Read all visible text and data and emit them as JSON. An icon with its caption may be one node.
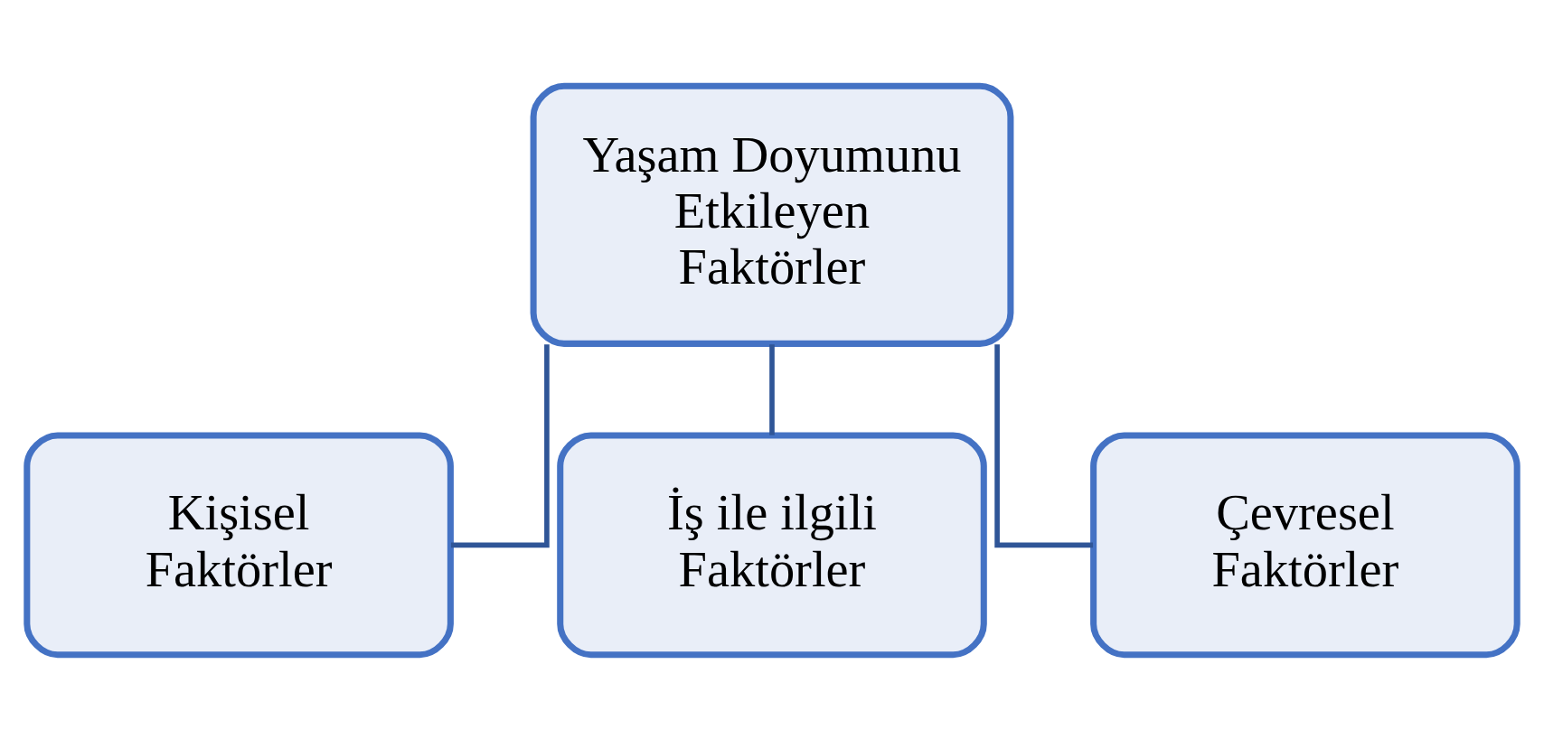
{
  "diagram": {
    "nodes": [
      {
        "text": [
          "Yaşam Doyumunu Etkileyen Faktörler"
        ]
      },
      {
        "text": [
          "Kişisel Faktörler"
        ]
      },
      {
        "text": [
          "İş ile ilgili Faktörler"
        ]
      },
      {
        "text": [
          "Çevresel Faktörler"
        ]
      }
    ],
    "edges": [
      {
        "from": 0,
        "to": 1,
        "arrow": "none"
      },
      {
        "from": 0,
        "to": 2,
        "arrow": "none"
      },
      {
        "from": 0,
        "to": 3,
        "arrow": "none"
      }
    ]
  }
}
